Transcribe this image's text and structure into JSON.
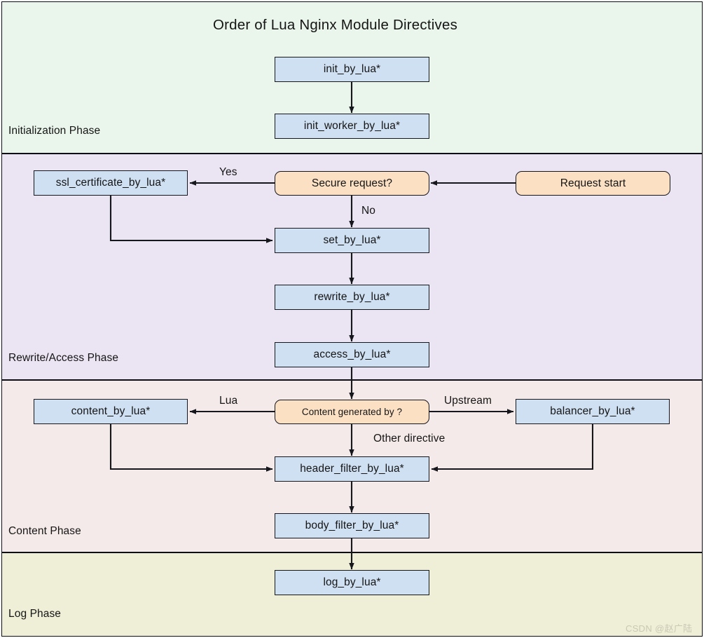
{
  "title": "Order of Lua Nginx Module Directives",
  "watermark": "CSDN @赵广陆",
  "colors": {
    "process_fill": "#cfe0f3",
    "decision_fill": "#fbe0c4",
    "stroke": "#16161d",
    "band_initialization": "#eaf6ec",
    "band_rewrite_access": "#ebe4f2",
    "band_content": "#f4eae9",
    "band_log": "#efeed7"
  },
  "bands": [
    {
      "id": "initialization",
      "label": "Initialization Phase",
      "fill": "#eaf6ec"
    },
    {
      "id": "rewrite-access",
      "label": "Rewrite/Access Phase",
      "fill": "#ebe4f2"
    },
    {
      "id": "content",
      "label": "Content Phase",
      "fill": "#f4eae9"
    },
    {
      "id": "log",
      "label": "Log Phase",
      "fill": "#efeed7"
    }
  ],
  "nodes": [
    {
      "id": "init_by_lua",
      "label": "init_by_lua*",
      "shape": "process",
      "phase": "initialization"
    },
    {
      "id": "init_worker_by_lua",
      "label": "init_worker_by_lua*",
      "shape": "process",
      "phase": "initialization"
    },
    {
      "id": "request_start",
      "label": "Request start",
      "shape": "decision",
      "phase": "rewrite-access"
    },
    {
      "id": "secure_request",
      "label": "Secure request?",
      "shape": "decision",
      "phase": "rewrite-access"
    },
    {
      "id": "ssl_certificate_by_lua",
      "label": "ssl_certificate_by_lua*",
      "shape": "process",
      "phase": "rewrite-access"
    },
    {
      "id": "set_by_lua",
      "label": "set_by_lua*",
      "shape": "process",
      "phase": "rewrite-access"
    },
    {
      "id": "rewrite_by_lua",
      "label": "rewrite_by_lua*",
      "shape": "process",
      "phase": "rewrite-access"
    },
    {
      "id": "access_by_lua",
      "label": "access_by_lua*",
      "shape": "process",
      "phase": "rewrite-access"
    },
    {
      "id": "content_generated_by",
      "label": "Content generated by ?",
      "shape": "decision",
      "phase": "content"
    },
    {
      "id": "content_by_lua",
      "label": "content_by_lua*",
      "shape": "process",
      "phase": "content"
    },
    {
      "id": "balancer_by_lua",
      "label": "balancer_by_lua*",
      "shape": "process",
      "phase": "content"
    },
    {
      "id": "header_filter_by_lua",
      "label": "header_filter_by_lua*",
      "shape": "process",
      "phase": "content"
    },
    {
      "id": "body_filter_by_lua",
      "label": "body_filter_by_lua*",
      "shape": "process",
      "phase": "content"
    },
    {
      "id": "log_by_lua",
      "label": "log_by_lua*",
      "shape": "process",
      "phase": "log"
    }
  ],
  "edge_labels": {
    "yes": "Yes",
    "no": "No",
    "lua": "Lua",
    "upstream": "Upstream",
    "other_directive": "Other directive"
  },
  "edges": [
    {
      "from": "init_by_lua",
      "to": "init_worker_by_lua",
      "label": ""
    },
    {
      "from": "request_start",
      "to": "secure_request",
      "label": ""
    },
    {
      "from": "secure_request",
      "to": "ssl_certificate_by_lua",
      "label": "Yes"
    },
    {
      "from": "secure_request",
      "to": "set_by_lua",
      "label": "No"
    },
    {
      "from": "ssl_certificate_by_lua",
      "to": "set_by_lua",
      "label": ""
    },
    {
      "from": "set_by_lua",
      "to": "rewrite_by_lua",
      "label": ""
    },
    {
      "from": "rewrite_by_lua",
      "to": "access_by_lua",
      "label": ""
    },
    {
      "from": "access_by_lua",
      "to": "content_generated_by",
      "label": ""
    },
    {
      "from": "content_generated_by",
      "to": "content_by_lua",
      "label": "Lua"
    },
    {
      "from": "content_generated_by",
      "to": "balancer_by_lua",
      "label": "Upstream"
    },
    {
      "from": "content_generated_by",
      "to": "header_filter_by_lua",
      "label": "Other directive"
    },
    {
      "from": "content_by_lua",
      "to": "header_filter_by_lua",
      "label": ""
    },
    {
      "from": "balancer_by_lua",
      "to": "header_filter_by_lua",
      "label": ""
    },
    {
      "from": "header_filter_by_lua",
      "to": "body_filter_by_lua",
      "label": ""
    },
    {
      "from": "body_filter_by_lua",
      "to": "log_by_lua",
      "label": ""
    }
  ]
}
